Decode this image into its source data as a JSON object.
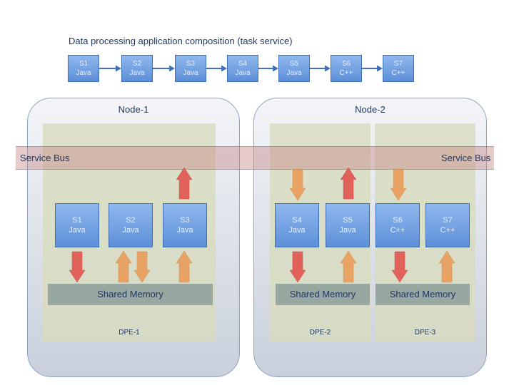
{
  "title": "Data processing application composition (task service)",
  "chain": [
    {
      "name": "S1",
      "lang": "Java"
    },
    {
      "name": "S2",
      "lang": "Java"
    },
    {
      "name": "S3",
      "lang": "Java"
    },
    {
      "name": "S4",
      "lang": "Java"
    },
    {
      "name": "S5",
      "lang": "Java"
    },
    {
      "name": "S6",
      "lang": "C++"
    },
    {
      "name": "S7",
      "lang": "C++"
    }
  ],
  "nodes": [
    {
      "label": "Node-1"
    },
    {
      "label": "Node-2"
    }
  ],
  "dpes": [
    {
      "label": "DPE-1"
    },
    {
      "label": "DPE-2"
    },
    {
      "label": "DPE-3"
    }
  ],
  "bus": {
    "left_label": "Service Bus",
    "right_label": "Service Bus"
  },
  "shared_memory_label": "Shared Memory",
  "services": [
    {
      "name": "S1",
      "lang": "Java"
    },
    {
      "name": "S2",
      "lang": "Java"
    },
    {
      "name": "S3",
      "lang": "Java"
    },
    {
      "name": "S4",
      "lang": "Java"
    },
    {
      "name": "S5",
      "lang": "Java"
    },
    {
      "name": "S6",
      "lang": "C++"
    },
    {
      "name": "S7",
      "lang": "C++"
    }
  ],
  "colors": {
    "arrow_red": "#e0625a",
    "arrow_orange": "#e8a264",
    "chain_arrow": "#3e6fb8"
  }
}
